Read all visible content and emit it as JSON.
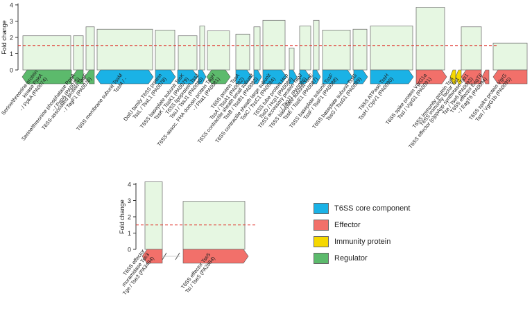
{
  "chart_data": [
    {
      "type": "bar",
      "ylabel": "Fold change",
      "ylim": [
        0,
        4
      ],
      "yticks": [
        0,
        1,
        2,
        3,
        4
      ],
      "threshold": 1.5,
      "genes": [
        {
          "label": "Serine/threonine protein kinase PpkA - / PpkA (PA0074)",
          "value": 2.1,
          "category": "Regulator"
        },
        {
          "label": "Serine/threonine phosphatase PppA - / PppA (PA0075)",
          "value": 2.1,
          "category": "Regulator"
        },
        {
          "label": "T6SS-associated protein TagF - / TagF1 (PA0076)",
          "value": 2.65,
          "category": "Regulator"
        },
        {
          "label": "T6SS membrane subunit TssM TssM / -",
          "value": 2.5,
          "category": "T6SS core component"
        },
        {
          "label": "DotU family T6SS protein TssL / TssL1 (PA0078)",
          "value": 2.45,
          "category": "T6SS core component"
        },
        {
          "label": "T6SS baseplate subunit TssK TssK / TssK1 (PA0079)",
          "value": 2.1,
          "category": "T6SS core component"
        },
        {
          "label": "T6SS lipoprotein TssJ TssJ / TssJ1 (PA0080)",
          "value": 2.7,
          "category": "T6SS core component"
        },
        {
          "label": "T6SS-assoc. FHA domain protein TagH - / Fha1 (PA0081)",
          "value": 2.4,
          "category": "Regulator"
        },
        {
          "label": "T6SS protein TssA TssA / TssA1 (PA0082)",
          "value": 2.2,
          "category": "T6SS core component"
        },
        {
          "label": "T6SS contractile sheath small subunit TssB / TssB1 (PA0083)",
          "value": 2.65,
          "category": "T6SS core component"
        },
        {
          "label": "T6SS contractile sheath large subunit TssC / TssC1 (PA0084)",
          "value": 3.05,
          "category": "T6SS core component"
        },
        {
          "label": "T6SS tube protein Hcp TssD / Hcp1 (PA0085)",
          "value": 1.35,
          "category": "T6SS core component"
        },
        {
          "label": "T6SS accessory protein TagJ - / TagJ1 (PA0086)",
          "value": 2.7,
          "category": "T6SS core component"
        },
        {
          "label": "T6SS baseplate subunit TssE TssE / TssE1 (PA0087)",
          "value": 3.05,
          "category": "T6SS core component"
        },
        {
          "label": "T6SS baseplate subunit TssF TssF / TssF1 (PA0088)",
          "value": 2.45,
          "category": "T6SS core component"
        },
        {
          "label": "T6SS baseplate subunit TssG TssG / TssG1 (PA0089)",
          "value": 2.5,
          "category": "T6SS core component"
        },
        {
          "label": "T6SS ATPase TssH TssH / ClpV1 (PA0090)",
          "value": 2.7,
          "category": "T6SS core component"
        },
        {
          "label": "T6SS spike protein VgrG1a TssI / VgrG1 (PA0091)",
          "value": 3.85,
          "category": "Effector"
        },
        {
          "label": "T6SS immunity protein Tsi6",
          "value": null,
          "category": "Immunity protein"
        },
        {
          "label": "T6SS immunity factor Tsi1",
          "value": null,
          "category": "Immunity protein"
        },
        {
          "label": "T6SS effector (p)ppApp synthetase Tas1 Tse / Tse6 (PA0093)",
          "value": 2.65,
          "category": "Effector"
        },
        {
          "label": "T6SS effector EagT6 - / EagT6 (PA0094)",
          "value": null,
          "category": "Effector"
        },
        {
          "label": "T6SS spike protein VgrG TssI / VgrG1b (PA0095)",
          "value": 1.65,
          "category": "Effector"
        }
      ]
    },
    {
      "type": "bar",
      "ylabel": "Fold change",
      "ylim": [
        0,
        4
      ],
      "yticks": [
        0,
        1,
        2,
        3,
        4
      ],
      "threshold": 1.5,
      "genes": [
        {
          "label": "T6SS effector muramidase Tse3 Tge / Tse3 (PA3484)",
          "value": 4.15,
          "category": "Effector"
        },
        {
          "label": "T6SS effector Tse5 Tsi / Tse5 (PA2684)",
          "value": 2.95,
          "category": "Effector"
        }
      ]
    }
  ],
  "legend": [
    {
      "label": "T6SS core component",
      "color": "#1ab2e6"
    },
    {
      "label": "Effector",
      "color": "#f2706a"
    },
    {
      "label": "Immunity protein",
      "color": "#f5d800"
    },
    {
      "label": "Regulator",
      "color": "#5cba6c"
    }
  ],
  "colors": {
    "bar_fill": "#e6f7e2",
    "bar_stroke": "#777777",
    "threshold": "#e0342c"
  }
}
